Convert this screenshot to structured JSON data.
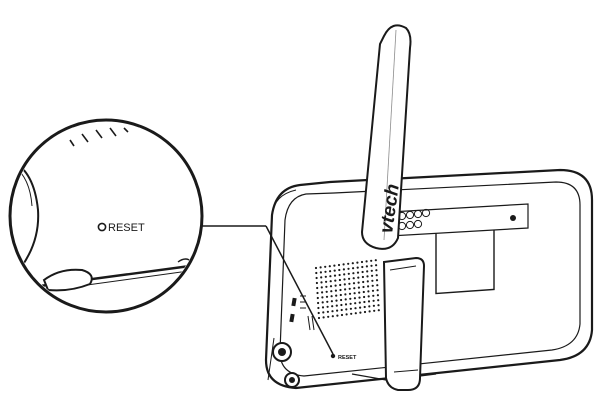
{
  "brand": {
    "logo_text": "vtech"
  },
  "callout": {
    "reset_label": "RESET"
  },
  "device": {
    "reset_label": "RESET"
  }
}
